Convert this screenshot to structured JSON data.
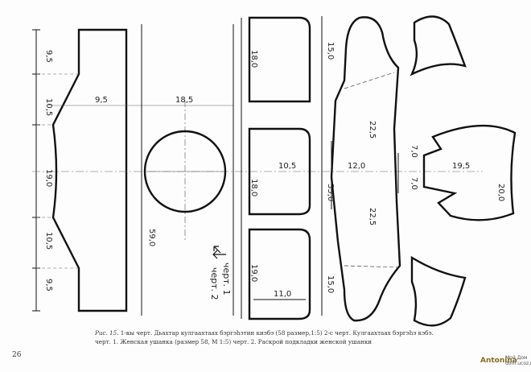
{
  "dims": {
    "d1": "9,5",
    "d2": "10,5",
    "d3": "19,0",
    "d4": "10,5",
    "d5": "9,5",
    "d6": "9,5",
    "d7": "18,5",
    "d8": "59,0",
    "d9": "18,0",
    "d10": "10,5",
    "d11": "18,0",
    "d12": "19,0",
    "d13": "11,0",
    "d14": "15,0",
    "d15": "12,0",
    "d16": "35,0",
    "d17": "15,0",
    "d18": "22,5",
    "d19": "22,5",
    "d20": "7,0",
    "d21": "7,0",
    "d22": "19,5",
    "d23": "20,0"
  },
  "chert1": "черт. 1",
  "chert2": "черт. 2",
  "caption": {
    "label": "Рис. 15.",
    "line1": "1-кы черт. Дьахтар кулгаахтаах бэргэһэтин киэбэ (58 размер,1:5) 2-с черт. Кулгаахтаах бэргэһэ кэбэ.",
    "line2": "черт. 1. Женская ушанка (размер 58, М 1:5) черт. 2. Раскрой подкладки женской ушанки"
  },
  "page_number": "26",
  "watermark": {
    "name": "Antonina",
    "site": "Мой Дом dom.ucoz.ru"
  }
}
